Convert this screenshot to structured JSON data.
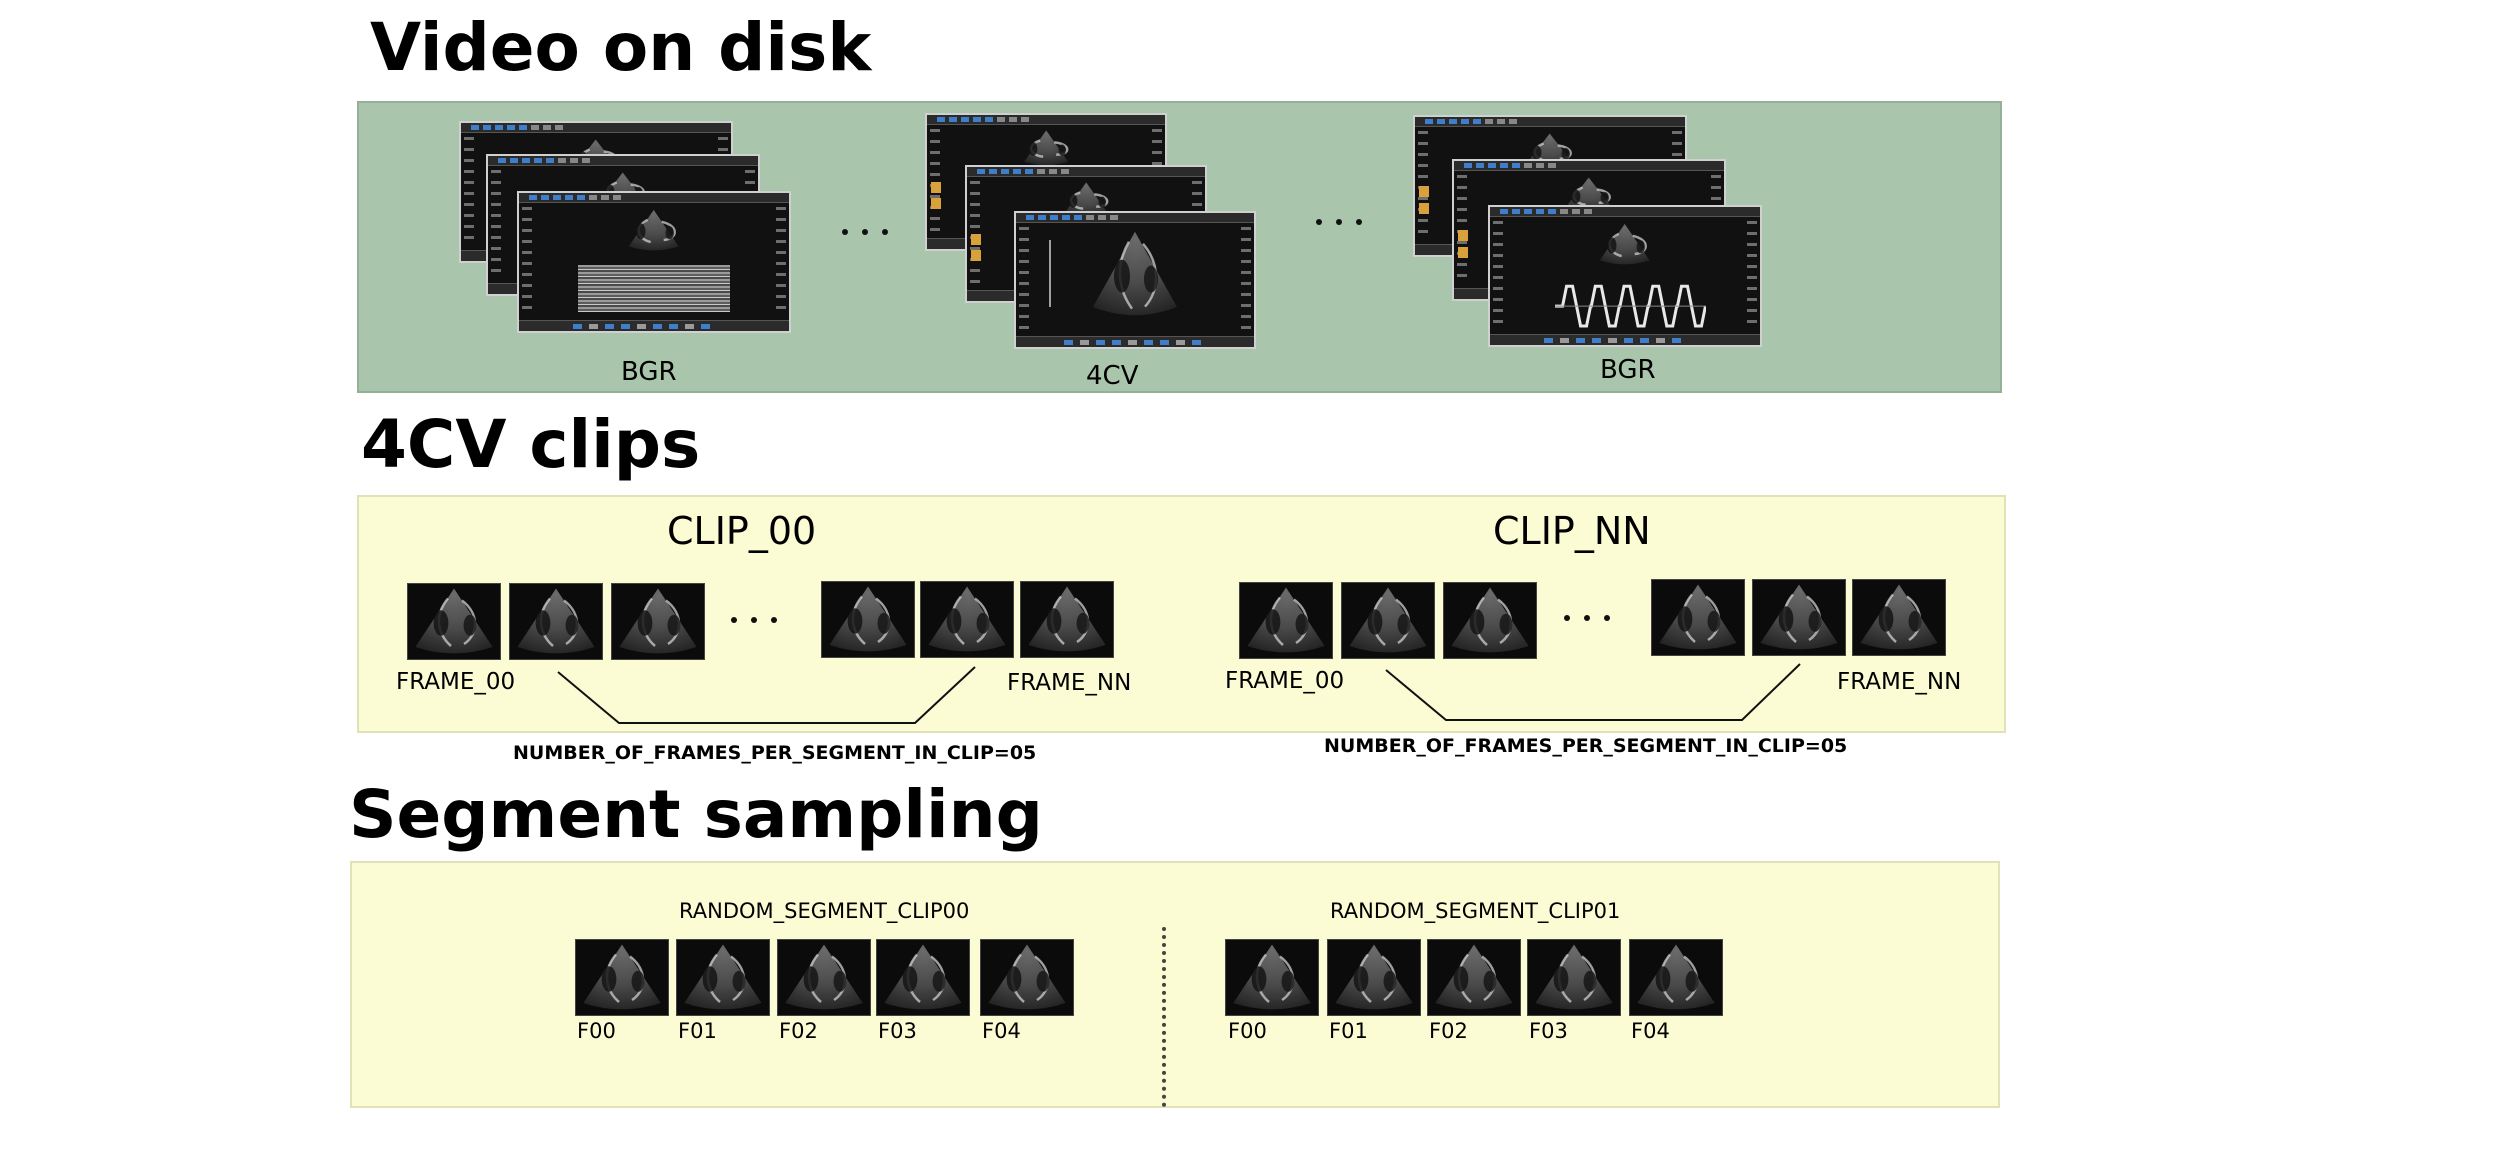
{
  "sections": {
    "video": {
      "title": "Video on disk",
      "labels": [
        "BGR",
        "4CV",
        "BGR"
      ]
    },
    "clips": {
      "title": "4CV clips",
      "clip0": {
        "name": "CLIP_00",
        "first_frame": "FRAME_00",
        "last_frame": "FRAME_NN",
        "segment_note": "NUMBER_OF_FRAMES_PER_SEGMENT_IN_CLIP=05"
      },
      "clip1": {
        "name": "CLIP_NN",
        "first_frame": "FRAME_00",
        "last_frame": "FRAME_NN",
        "segment_note": "NUMBER_OF_FRAMES_PER_SEGMENT_IN_CLIP=05"
      }
    },
    "sampling": {
      "title": "Segment sampling",
      "seg0": {
        "name": "RANDOM_SEGMENT_CLIP00",
        "frames": [
          "F00",
          "F01",
          "F02",
          "F03",
          "F04"
        ]
      },
      "seg1": {
        "name": "RANDOM_SEGMENT_CLIP01",
        "frames": [
          "F00",
          "F01",
          "F02",
          "F03",
          "F04"
        ]
      }
    }
  },
  "colors": {
    "video_panel": "#a9c5ab",
    "clip_panel": "#fbfbd4",
    "ui_accent": "#3f7fc9",
    "ui_orange": "#d9a13a"
  },
  "icons": {
    "echo_frame": "echocardiogram-frame-icon",
    "ultrasound_screen": "ultrasound-screen-icon",
    "ellipsis": "ellipsis-icon"
  }
}
